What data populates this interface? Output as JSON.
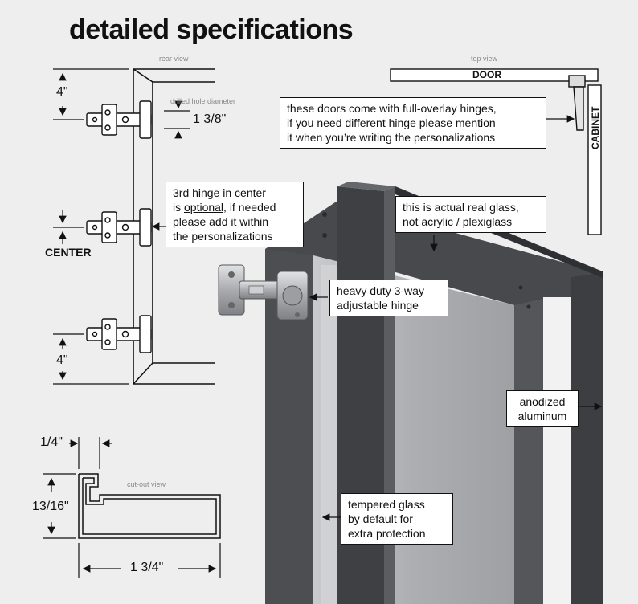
{
  "title": "detailed specifications",
  "captions": {
    "rear_view": "rear view",
    "top_view": "top view",
    "drilled_hole": "drilled hole diameter",
    "cutout_view": "cut-out view"
  },
  "dimensions": {
    "top_offset": "4\"",
    "bottom_offset": "4\"",
    "center": "CENTER",
    "hole_diameter": "1 3/8\"",
    "lip_width": "1/4\"",
    "profile_height": "13/16\"",
    "profile_width": "1 3/4\""
  },
  "top_view_labels": {
    "door": "DOOR",
    "cabinet": "CABINET"
  },
  "callouts": {
    "full_overlay": {
      "line1": "these doors come with full-overlay hinges,",
      "line2": "if you need different hinge please mention",
      "line3": "it when you’re writing the personalizations"
    },
    "third_hinge": {
      "line1": "3rd hinge in center",
      "line2_pre": "is ",
      "line2_u": "optional",
      "line2_post": ", if needed",
      "line3": "please add it within",
      "line4": "the personalizations"
    },
    "real_glass": {
      "line1": "this is actual real glass,",
      "line2": "not acrylic / plexiglass"
    },
    "hinge_type": {
      "line1": "heavy duty 3-way",
      "line2": "adjustable hinge"
    },
    "aluminum": {
      "line1": "anodized",
      "line2": "aluminum"
    },
    "tempered": {
      "line1": "tempered glass",
      "line2": "by default for",
      "line3": "extra protection"
    }
  },
  "colors": {
    "frame": "#4a4b4f",
    "glass": "#b9babd",
    "background": "#eeeeef"
  }
}
